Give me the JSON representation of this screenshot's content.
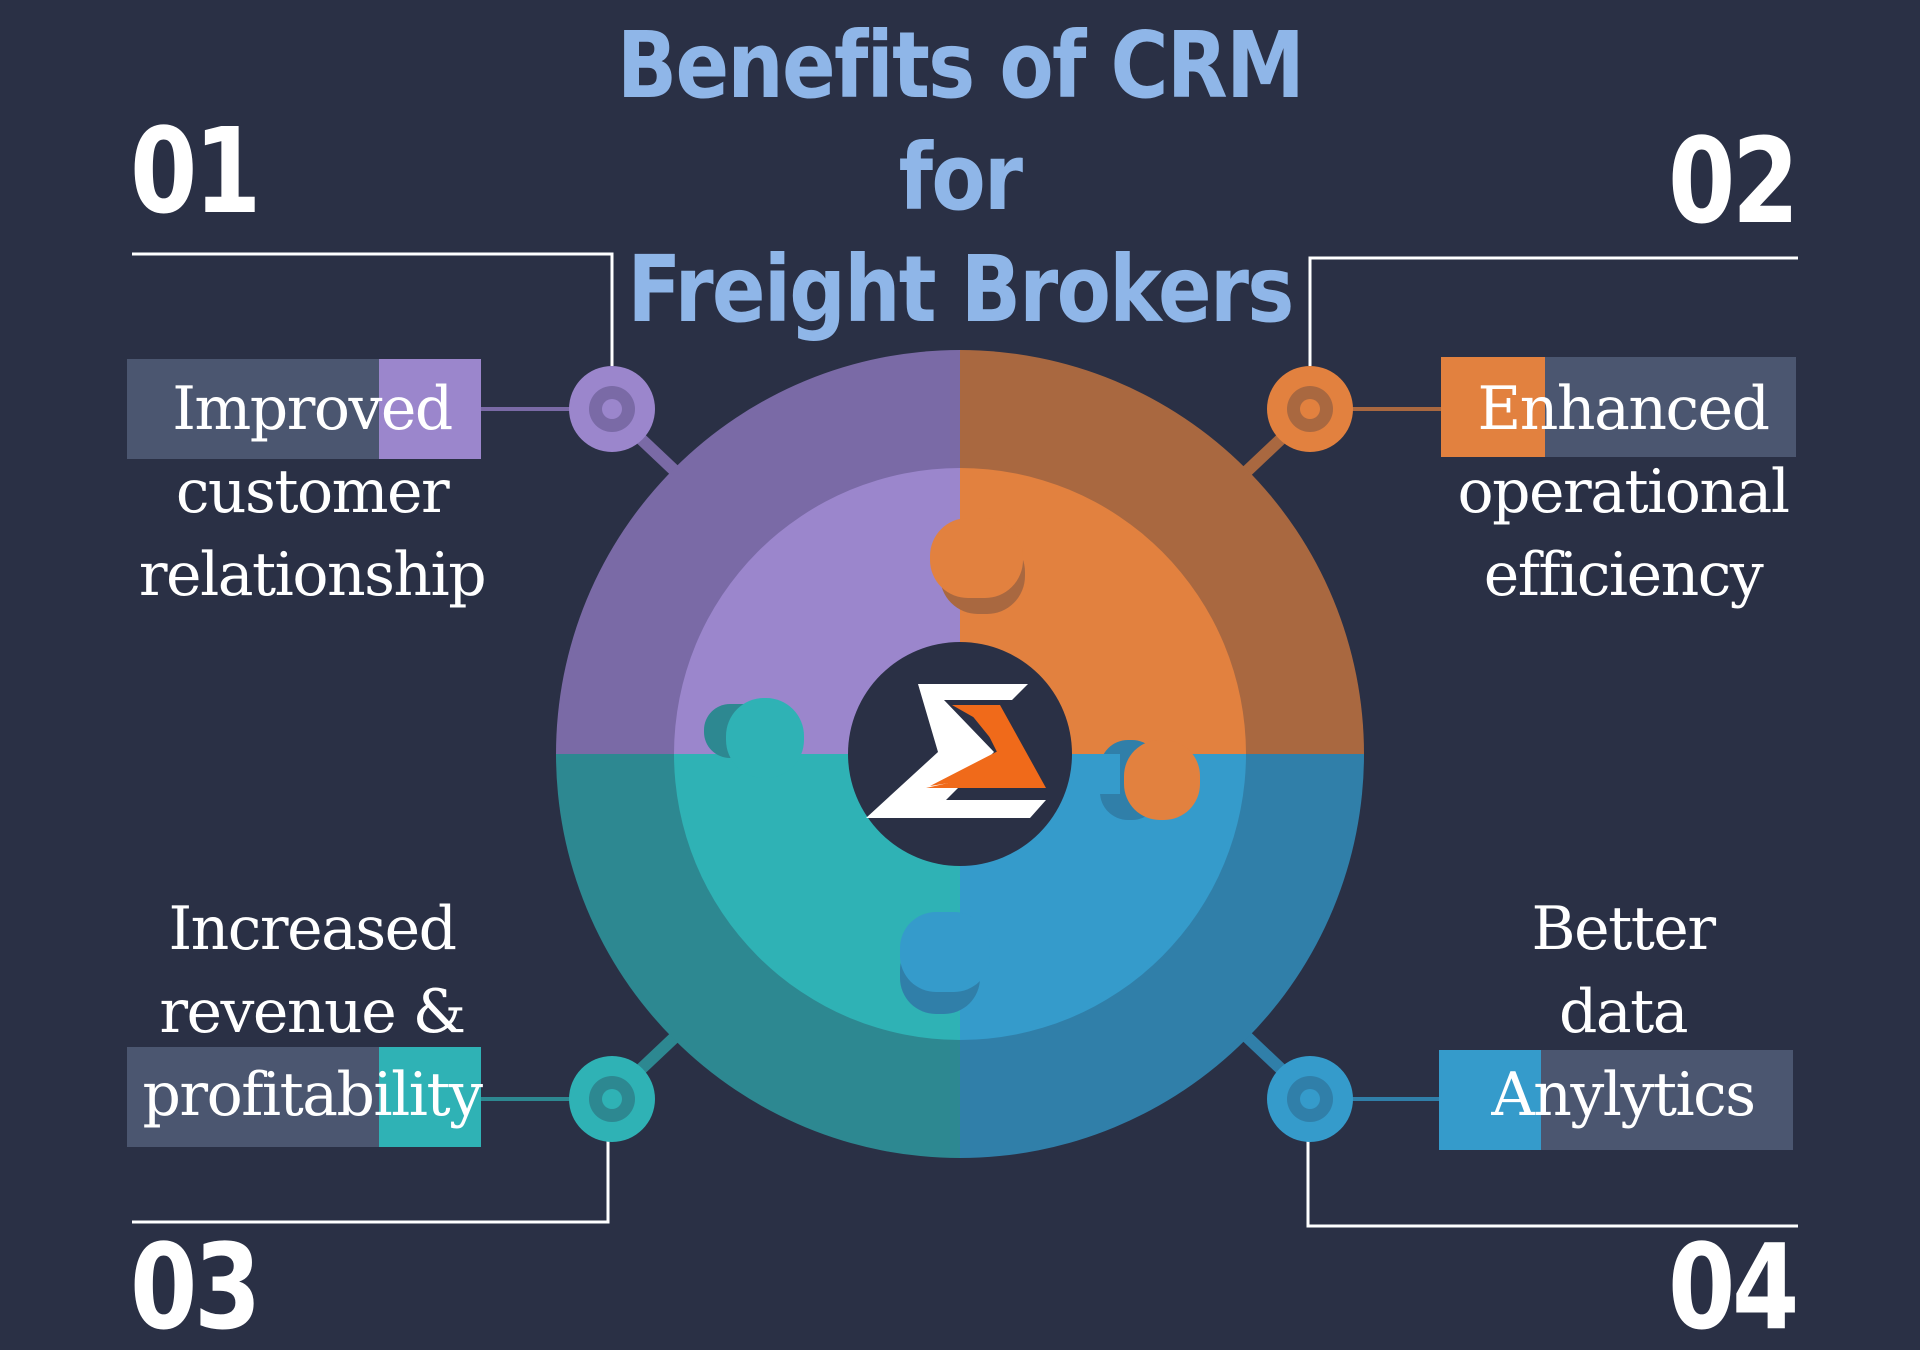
{
  "title": {
    "line1": "Benefits of CRM for",
    "line2": "Freight Brokers"
  },
  "colors": {
    "background": "#2a3045",
    "title": "#8fb6e8",
    "label_bar": "#4b5670",
    "purple": "#9b86cc",
    "purple_dark": "#7a6aa6",
    "orange": "#e2813f",
    "orange_dark": "#a96840",
    "teal": "#2fb2b5",
    "teal_dark": "#2d8891",
    "blue": "#359bcb",
    "blue_dark": "#307fa9",
    "logo_orange": "#f06a1a"
  },
  "benefits": [
    {
      "number": "01",
      "lines": [
        "Improved",
        "customer",
        "relationship"
      ],
      "accent": "purple"
    },
    {
      "number": "02",
      "lines": [
        "Enhanced",
        "operational",
        "efficiency"
      ],
      "accent": "orange"
    },
    {
      "number": "03",
      "lines": [
        "Increased",
        "revenue &",
        "profitability"
      ],
      "accent": "teal"
    },
    {
      "number": "04",
      "lines": [
        "Better",
        "data",
        "Anylytics"
      ],
      "accent": "blue"
    }
  ],
  "center_logo": {
    "icon": "sigma-logo-icon"
  }
}
